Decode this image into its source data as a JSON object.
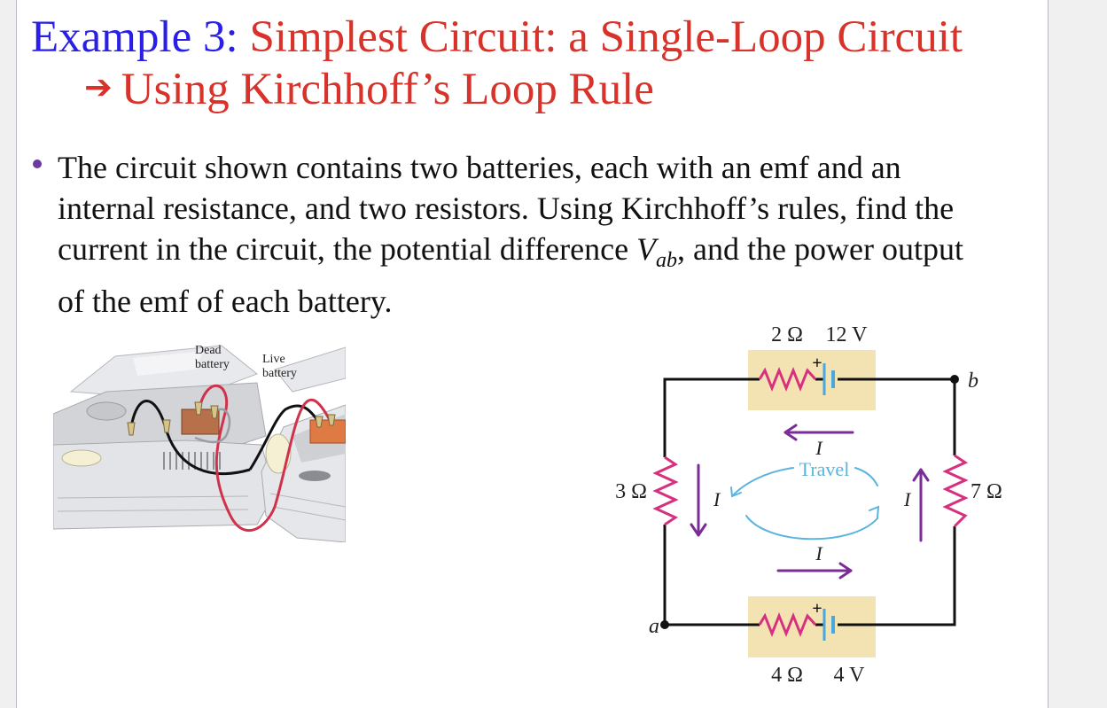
{
  "title": {
    "prefix": "Example 3:",
    "main": "Simplest Circuit: a Single-Loop Circuit",
    "arrow_icon": "right-arrow",
    "subtitle": "Using Kirchhoff’s Loop Rule"
  },
  "body": {
    "bullet_lines": [
      "The circuit shown contains two batteries, each with an emf and an",
      "internal resistance, and two resistors. Using Kirchhoff’s rules, find the"
    ],
    "line3_before": "current in the circuit, the potential difference ",
    "vab_symbol": "V",
    "vab_subscript": "ab",
    "line3_after": ", and the power output",
    "line4": "of the emf of each battery."
  },
  "car_figure": {
    "dead_label_1": "Dead",
    "dead_label_2": "battery",
    "live_label_1": "Live",
    "live_label_2": "battery"
  },
  "circuit": {
    "top_resistance": "2 Ω",
    "top_emf": "12 V",
    "bottom_resistance": "4 Ω",
    "bottom_emf": "4 V",
    "left_resistor": "3 Ω",
    "right_resistor": "7 Ω",
    "node_a": "a",
    "node_b": "b",
    "current_symbol": "I",
    "plus_sign": "+",
    "travel_label": "Travel",
    "colors": {
      "wire": "#111111",
      "resistor": "#d6307e",
      "battery_plate": "#4aa6df",
      "battery_box": "#f3e3b3",
      "current_arrow": "#7a2d96",
      "travel_arrow": "#5ab4e0"
    }
  }
}
